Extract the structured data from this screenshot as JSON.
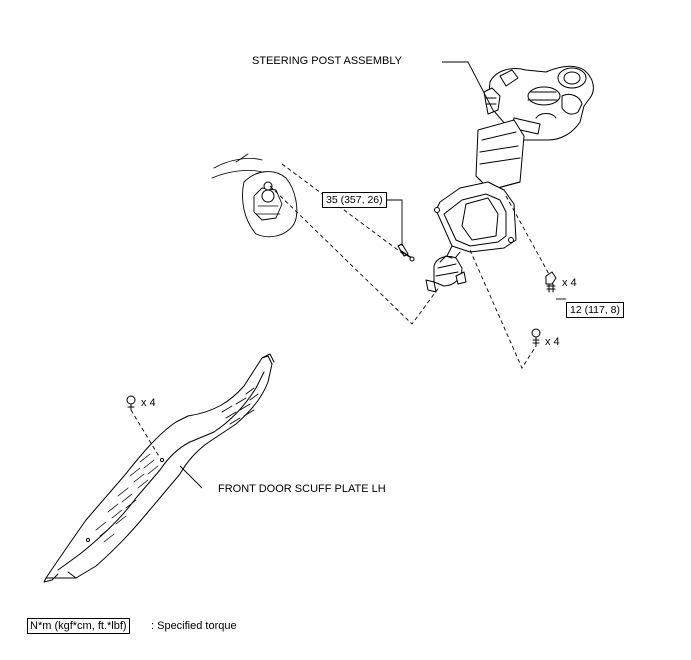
{
  "labels": {
    "steering_post": "STEERING POST ASSEMBLY",
    "scuff_plate": "FRONT DOOR SCUFF PLATE LH"
  },
  "torques": {
    "upper_bolt": "35 (357, 26)",
    "flange_bolts": "12 (117, 8)"
  },
  "quantities": {
    "flange_bolts": "x 4",
    "lower_bolts": "x 4",
    "scuff_clips": "x 4"
  },
  "legend": {
    "unit": "N*m (kgf*cm, ft.*lbf)",
    "description": ": Specified torque"
  }
}
